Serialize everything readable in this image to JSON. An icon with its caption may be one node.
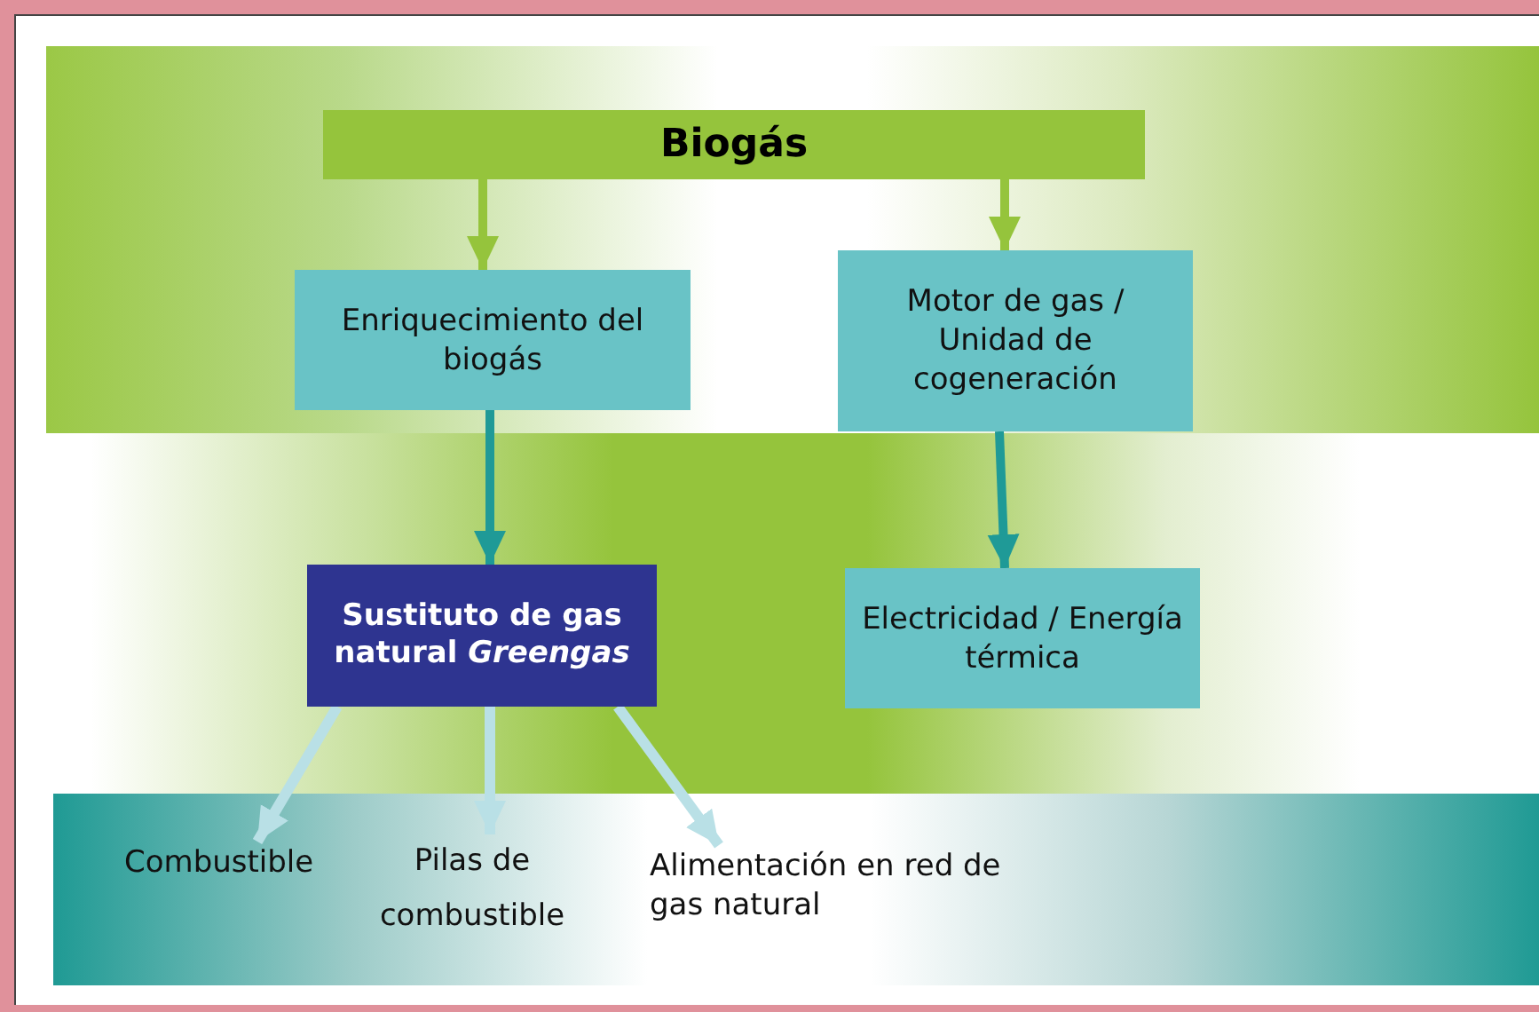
{
  "diagram": {
    "nodes": [
      {
        "text": [
          "Biogás"
        ]
      },
      {
        "text": [
          "Enriquecimiento del biogás"
        ]
      },
      {
        "text": [
          "Motor de gas / Unidad de cogeneración"
        ]
      },
      {
        "text": [
          "Sustituto de gas natural *Greengas*"
        ]
      },
      {
        "text": [
          "Electricidad / Energía térmica"
        ]
      },
      {
        "text": [
          "Combustible"
        ]
      },
      {
        "text": [
          "Pilas de combustible"
        ]
      },
      {
        "text": [
          "Alimentación en red de gas natural"
        ]
      }
    ],
    "edges": [
      {
        "from": 0,
        "to": 1,
        "arrow": "to",
        "color": "#95c43c"
      },
      {
        "from": 0,
        "to": 2,
        "arrow": "to",
        "color": "#95c43c"
      },
      {
        "from": 1,
        "to": 3,
        "arrow": "to",
        "color": "#1f9a97"
      },
      {
        "from": 2,
        "to": 4,
        "arrow": "to",
        "color": "#1f9a97"
      },
      {
        "from": 3,
        "to": 5,
        "arrow": "to",
        "color": "#b9e0e6"
      },
      {
        "from": 3,
        "to": 6,
        "arrow": "to",
        "color": "#b9e0e6"
      },
      {
        "from": 3,
        "to": 7,
        "arrow": "to",
        "color": "#b9e0e6"
      }
    ]
  }
}
